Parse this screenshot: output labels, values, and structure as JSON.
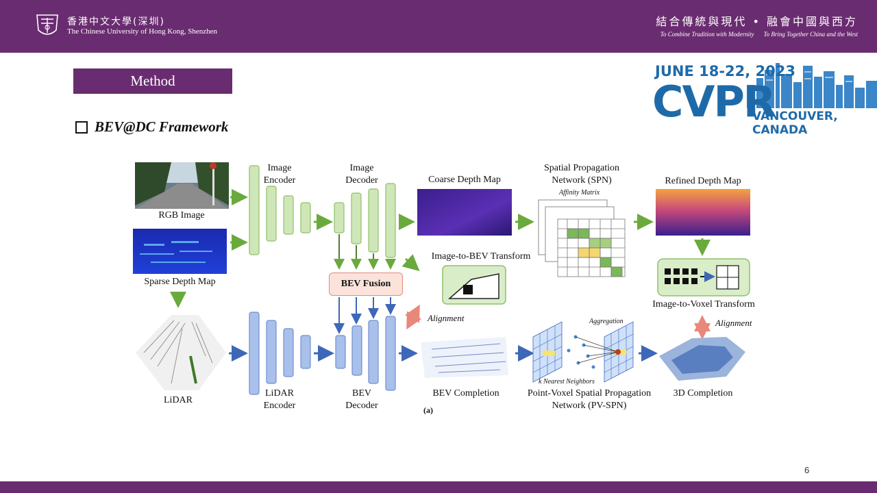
{
  "header": {
    "university_cn": "香港中文大學(深圳)",
    "university_en": "The Chinese University of Hong Kong, Shenzhen",
    "motto_cn": "結合傳統與現代 • 融會中國與西方",
    "motto_en_1_prefix": "To Combine",
    "motto_en_1": "Tradition with Modernity",
    "motto_en_2_prefix": "To Bring Together",
    "motto_en_2": "China and the West"
  },
  "conference": {
    "date": "JUNE 18-22, 2023",
    "name": "CVPR",
    "city": "VANCOUVER, CANADA"
  },
  "slide": {
    "section": "Method",
    "title": "BEV@DC Framework",
    "page_number": "6"
  },
  "diagram": {
    "rgb_image": "RGB Image",
    "sparse_depth": "Sparse Depth Map",
    "lidar": "LiDAR",
    "image_encoder": "Image\nEncoder",
    "image_decoder": "Image\nDecoder",
    "lidar_encoder": "LiDAR\nEncoder",
    "bev_decoder": "BEV\nDecoder",
    "bev_fusion": "BEV Fusion",
    "coarse_depth": "Coarse Depth Map",
    "image_to_bev": "Image-to-BEV Transform",
    "alignment_left": "Alignment",
    "bev_completion": "BEV Completion",
    "spn": "Spatial Propagation\nNetwork (SPN)",
    "affinity_matrix": "Affinity Matrix",
    "refined_depth": "Refined Depth Map",
    "image_to_voxel": "Image-to-Voxel Transform",
    "alignment_right": "Alignment",
    "aggregation": "Aggregation",
    "knn": "k Nearest Neighbors",
    "pv_spn": "Point-Voxel Spatial Propagation\nNetwork (PV-SPN)",
    "completion_3d": "3D Completion",
    "panel_tag": "(a)"
  },
  "colors": {
    "brand_purple": "#6a2c70",
    "cvpr_blue": "#1e6aa8",
    "green_block": "#cfe6b8",
    "green_arrow": "#6aaa3c",
    "blue_block": "#a9c0ea",
    "blue_arrow": "#3d67b8",
    "salmon": "#e8887a"
  }
}
